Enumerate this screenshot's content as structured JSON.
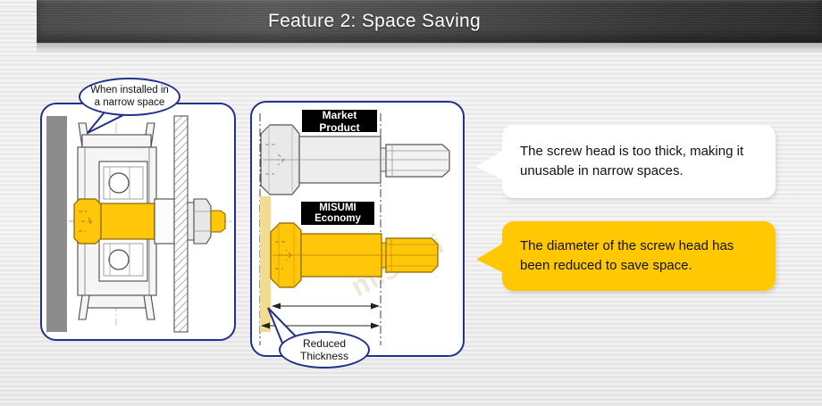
{
  "header": {
    "title": "Feature 2: Space Saving"
  },
  "left_panel": {
    "callout": "When installed in\na narrow space"
  },
  "middle_panel": {
    "market_label": "Market Product",
    "misumi_label": "MISUMI\nEconomy",
    "reduced_callout": "Reduced\nThickness",
    "watermark": "misumi"
  },
  "callouts": {
    "market_note": "The screw head is too thick, making it unusable in narrow spaces.",
    "misumi_note": "The diameter of the screw head has been reduced to save space."
  },
  "colors": {
    "accent_yellow": "#FFC800",
    "screw_yellow": "#FFC60A",
    "panel_border_navy": "#23308C",
    "label_black": "#000000",
    "wall_gray": "#8C8C8C"
  }
}
